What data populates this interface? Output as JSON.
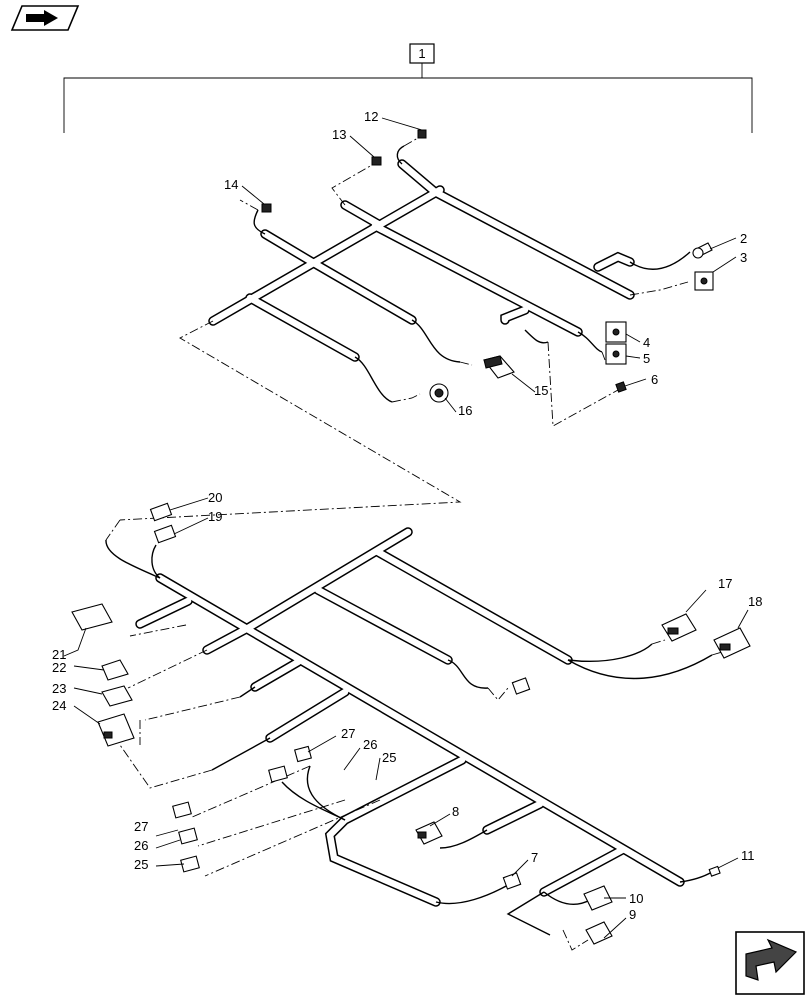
{
  "diagram": {
    "assembly_label": "1",
    "callouts": [
      "2",
      "3",
      "4",
      "5",
      "6",
      "7",
      "8",
      "9",
      "10",
      "11",
      "12",
      "13",
      "14",
      "15",
      "16",
      "17",
      "18",
      "19",
      "20",
      "21",
      "22",
      "23",
      "24",
      "25",
      "26",
      "27",
      "25",
      "26",
      "27"
    ]
  },
  "icons": {
    "top_left": "book-arrow-icon",
    "bottom_right": "next-page-arrow-icon"
  }
}
